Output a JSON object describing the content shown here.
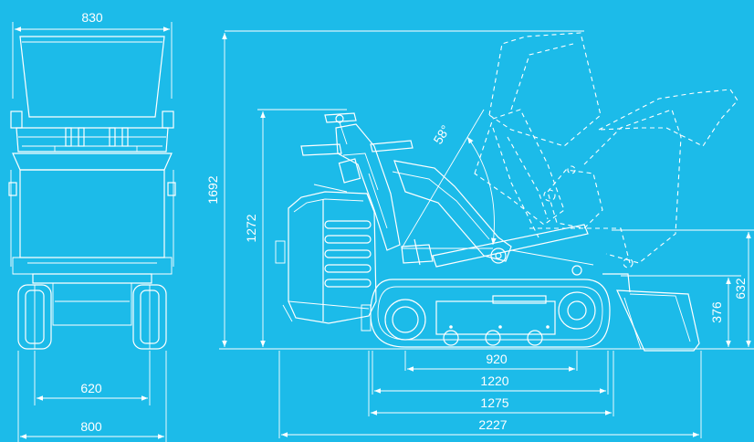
{
  "background_color": "#1cbbe9",
  "line_color": "#ffffff",
  "dimensions": {
    "front_top_width": "830",
    "front_track_inner": "620",
    "front_track_outer": "800",
    "height_max": "1692",
    "height_handle": "1272",
    "dump_angle": "58°",
    "wheelbase": "920",
    "track_length": "1220",
    "track_length_outer": "1275",
    "overall_length": "2227",
    "bucket_edge_height": "376",
    "bucket_lip_height": "632"
  }
}
